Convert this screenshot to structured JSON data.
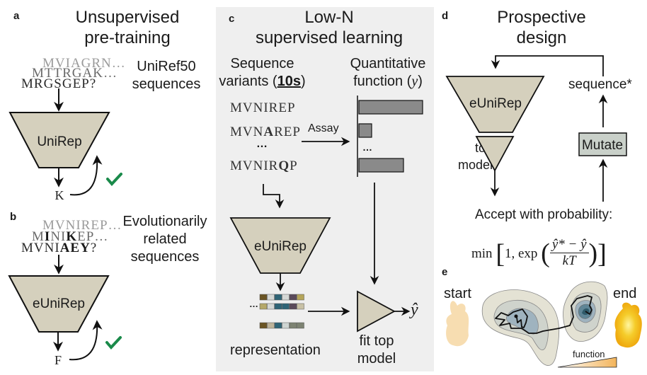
{
  "panels": {
    "a": {
      "letter": "a",
      "title_line1": "Unsupervised",
      "title_line2": "pre-training",
      "sequences": [
        {
          "text": "MVIAGRN…",
          "shade": "light"
        },
        {
          "text": "MTTRGAK…",
          "shade": "medium"
        },
        {
          "text": "MRGSGEP?",
          "shade": "dark"
        }
      ],
      "sequences_label_line1": "UniRef50",
      "sequences_label_line2": "sequences",
      "model_label": "UniRep",
      "predicted_residue": "K",
      "check_icon": "checkmark"
    },
    "b": {
      "letter": "b",
      "sequences": [
        {
          "prefix": "MVNIREP…",
          "shade": "light"
        },
        {
          "parts": [
            "M",
            "I",
            "NI",
            "K",
            "EP…"
          ],
          "bold": [
            false,
            true,
            false,
            true,
            false
          ],
          "shade": "medium"
        },
        {
          "parts": [
            "MVNI",
            "AEY",
            "?"
          ],
          "bold": [
            false,
            true,
            false
          ],
          "shade": "dark"
        }
      ],
      "label_line1": "Evolutionarily",
      "label_line2": "related",
      "label_line3": "sequences",
      "model_label": "eUniRep",
      "predicted_residue": "F",
      "check_icon": "checkmark"
    },
    "c": {
      "letter": "c",
      "title_line1": "Low-N",
      "title_line2": "supervised learning",
      "variants_label_line1": "Sequence",
      "variants_label_prefix": "variants (",
      "variants_label_count": "10s",
      "variants_label_suffix": ")",
      "function_label_line1": "Quantitative",
      "function_label_prefix": "function (",
      "function_label_symbol": "y",
      "function_label_suffix": ")",
      "variants": [
        {
          "pre": "MVNIREP",
          "mut": "",
          "post": ""
        },
        {
          "pre": "MVN",
          "mut": "A",
          "post": "REP"
        },
        {
          "pre": "MVNIR",
          "mut": "Q",
          "post": "P"
        }
      ],
      "variants_ellipsis": "…",
      "assay_label": "Assay",
      "bar_values": [
        1.0,
        0.2,
        0.7
      ],
      "bars_ellipsis": "…",
      "model_label": "eUniRep",
      "representation_label": "representation",
      "representation_rows": [
        [
          "#6b5524",
          "#d5d8d6",
          "#2f6476",
          "#d5d8d6",
          "#5a4a5a",
          "#b5a55a"
        ],
        [
          "#b5a869",
          "#d5d8d6",
          "#2f6476",
          "#2f6476",
          "#5a4a5a",
          "#c8c1a5"
        ],
        [
          "#6b5524",
          "#bdb39a",
          "#2f6476",
          "#cfd5d3",
          "#7d8272",
          "#7d8272"
        ]
      ],
      "representation_ellipsis": "…",
      "top_model_label_line1": "fit top",
      "top_model_label_line2": "model",
      "output_symbol": "ŷ"
    },
    "d": {
      "letter": "d",
      "title_line1": "Prospective",
      "title_line2": "design",
      "model_label": "eUniRep",
      "top_model_label_line1": "top",
      "top_model_label_line2": "model",
      "sequence_star_label": "sequence*",
      "mutate_label": "Mutate",
      "accept_label": "Accept with probability:",
      "formula_min": "min",
      "formula_one": "1,",
      "formula_exp": "exp",
      "formula_numerator": "ŷ* − ŷ",
      "formula_denominator": "kT"
    },
    "e": {
      "letter": "e",
      "start_label": "start",
      "end_label": "end",
      "function_label": "function"
    }
  },
  "colors": {
    "model_fill": "#d5d0bd",
    "panel_c_bg": "#efefef",
    "bar_fill": "#8a8a8a",
    "check_green": "#1a8a4a",
    "mutate_fill": "#c9d0c9",
    "start_protein": "#f6d9a8",
    "end_protein": "#f2b81c",
    "contour_outer": "#e4e2d4",
    "contour_mid": "#cfd3cc",
    "contour_inner": "#9fb3bf",
    "contour_core": "#5f8596",
    "contour_center": "#2f5a6a"
  }
}
